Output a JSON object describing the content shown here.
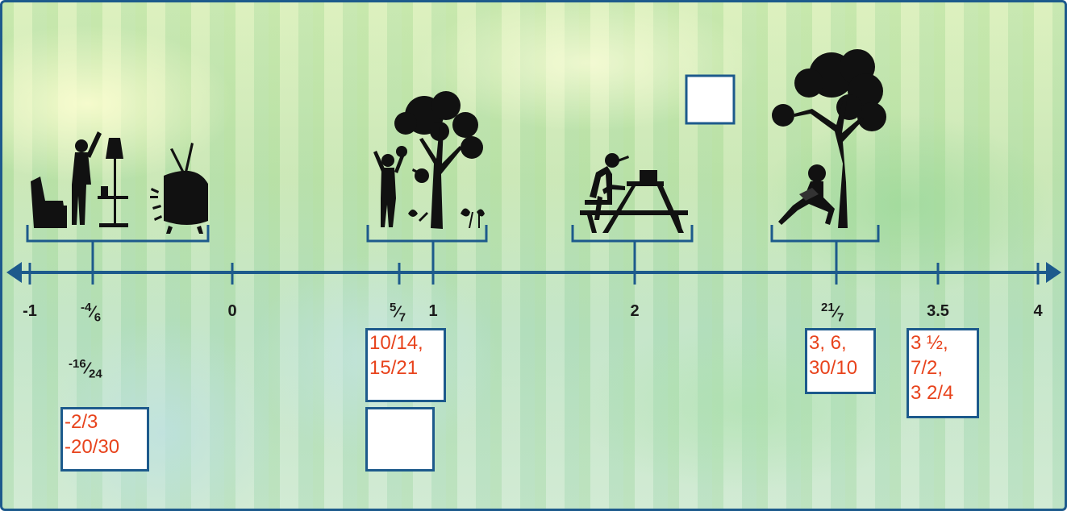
{
  "colors": {
    "axis": "#1d5a8c",
    "answer_text": "#e8431c",
    "silhouette": "#111111"
  },
  "number_line": {
    "labels": {
      "neg1": "-1",
      "neg4_6": {
        "sign": "-",
        "num": "4",
        "den": "6"
      },
      "zero": "0",
      "five_sevenths": {
        "num": "5",
        "den": "7"
      },
      "one": "1",
      "two": "2",
      "twentyone_sevenths": {
        "num": "21",
        "den": "7"
      },
      "three_five": "3.5",
      "four": "4"
    },
    "extra_label": {
      "sign": "-",
      "num": "16",
      "den": "24"
    }
  },
  "boxes": {
    "neg_two_thirds": [
      "-2/3",
      "-20/30"
    ],
    "five_sevenths": [
      "10/14,",
      "15/21"
    ],
    "blank_lower": [],
    "three": [
      "3, 6,",
      "30/10"
    ],
    "three_half": [
      "3 ½,",
      "7/2,",
      "3 2/4"
    ],
    "blank_top": []
  },
  "scenes": [
    "tv-lamp-scene-icon",
    "tree-children-scene-icon",
    "picnic-table-scene-icon",
    "tree-reading-scene-icon"
  ]
}
